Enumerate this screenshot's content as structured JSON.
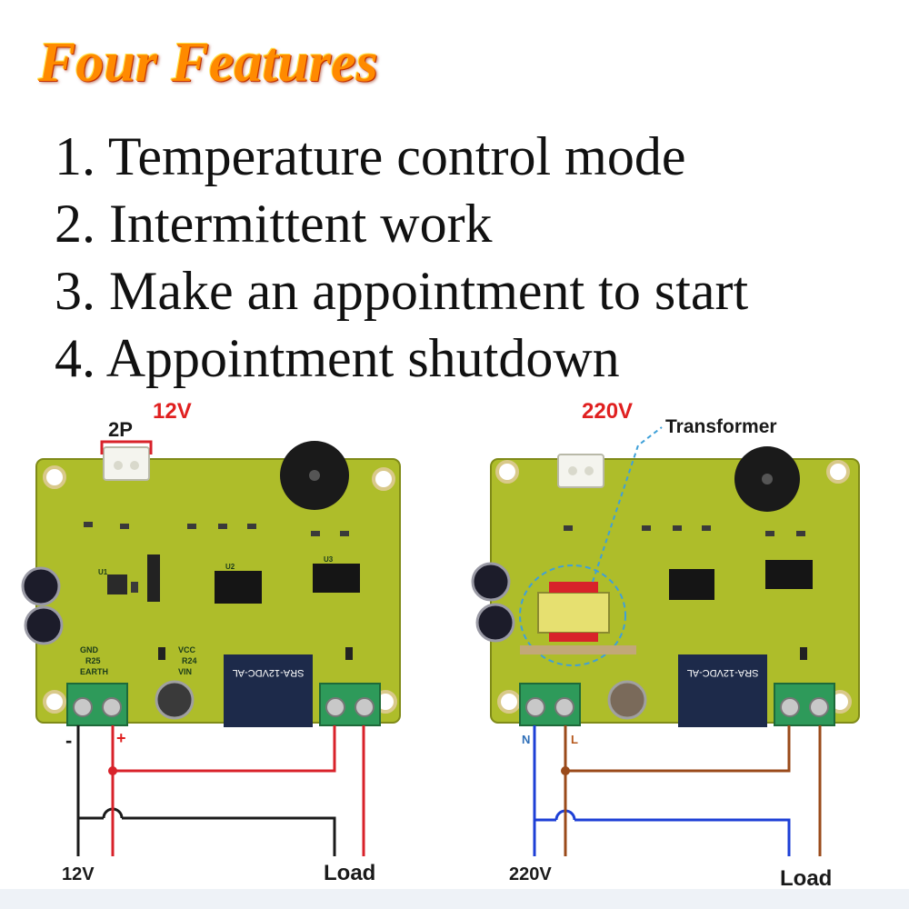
{
  "title": "Four Features",
  "features": [
    "1. Temperature control mode",
    "2. Intermittent work",
    "3. Make an appointment to start",
    "4. Appointment shutdown"
  ],
  "left_board": {
    "voltage": "12V",
    "connector": "2P",
    "minus": "-",
    "plus": "+",
    "supply_label": "12V",
    "load_label": "Load",
    "relay_text": "SRA-12VDC-AL",
    "pcb_labels": [
      "GND",
      "R25",
      "EARTH",
      "VCC",
      "R24",
      "VIN",
      "U1",
      "U2",
      "U3"
    ]
  },
  "right_board": {
    "voltage": "220V",
    "transformer": "Transformer",
    "neutral": "N",
    "line": "L",
    "supply_label": "220V",
    "load_label": "Load",
    "relay_text": "SRA-12VDC-AL"
  },
  "colors": {
    "pcb": "#aebd2a",
    "pcb_dark": "#8e9a1e",
    "terminal": "#2e9a5a",
    "relay": "#1d2a4a",
    "wire_red": "#d8222a",
    "wire_black": "#1a1a1a",
    "wire_blue": "#1d3fd6",
    "wire_brown": "#9a4a1a",
    "voltage_red": "#e02020",
    "neutral_blue": "#2f6fb8",
    "line_brown": "#b5581c"
  }
}
